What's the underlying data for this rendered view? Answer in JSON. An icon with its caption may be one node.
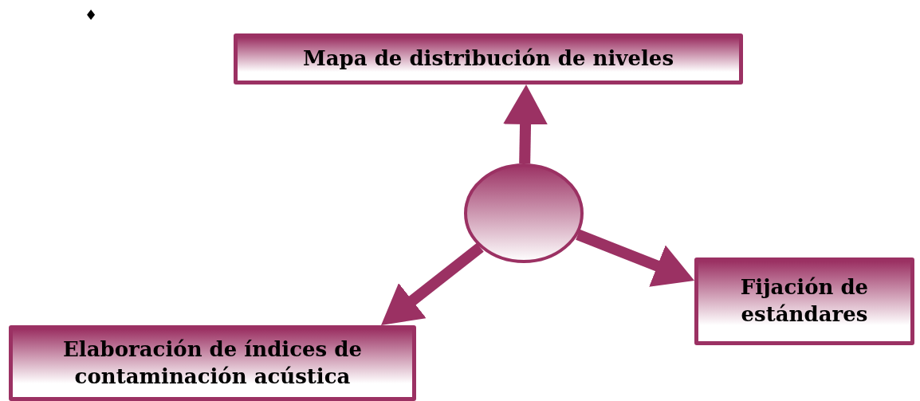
{
  "diagram": {
    "nodes": [
      {
        "text": [
          "Mapa de distribución de niveles"
        ]
      },
      {
        "text": [],
        "shape": "circle"
      },
      {
        "text": [
          "Fijación de estándares"
        ]
      },
      {
        "text": [
          "Elaboración de índices de contaminación acústica"
        ]
      }
    ],
    "edges": [
      {
        "from": 1,
        "to": 0,
        "arrow": "to"
      },
      {
        "from": 1,
        "to": 2,
        "arrow": "to"
      },
      {
        "from": 1,
        "to": 3,
        "arrow": "to"
      }
    ],
    "labels": [
      "♦"
    ]
  }
}
